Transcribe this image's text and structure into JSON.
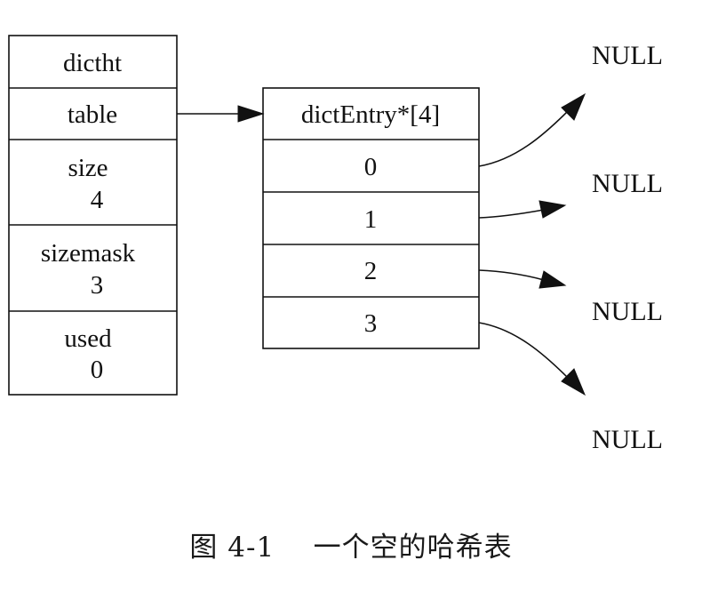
{
  "dictht": {
    "title": "dictht",
    "table_label": "table",
    "size_label": "size",
    "size_value": "4",
    "sizemask_label": "sizemask",
    "sizemask_value": "3",
    "used_label": "used",
    "used_value": "0"
  },
  "entries": {
    "title": "dictEntry*[4]",
    "slots": [
      "0",
      "1",
      "2",
      "3"
    ]
  },
  "nulls": [
    "NULL",
    "NULL",
    "NULL",
    "NULL"
  ],
  "caption": "图 4-1    一个空的哈希表"
}
